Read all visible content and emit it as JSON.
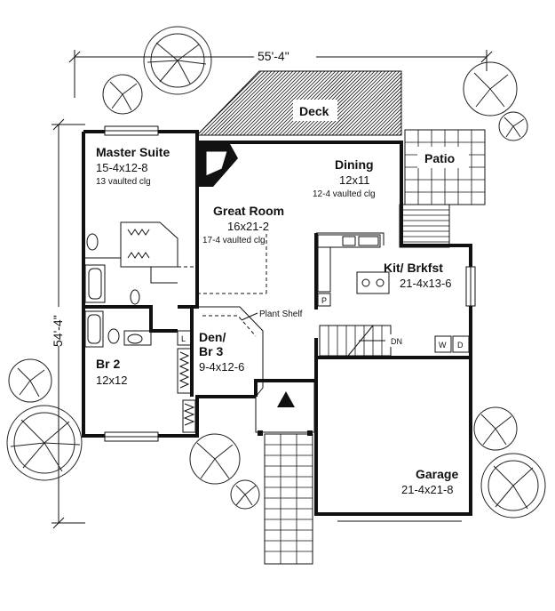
{
  "overall": {
    "width_label": "55'-4\"",
    "depth_label": "54'-4\""
  },
  "rooms": {
    "deck": {
      "name": "Deck"
    },
    "master_suite": {
      "name": "Master Suite",
      "size": "15-4x12-8",
      "note": "13 vaulted clg"
    },
    "dining": {
      "name": "Dining",
      "size": "12x11",
      "note": "12-4 vaulted clg"
    },
    "patio": {
      "name": "Patio"
    },
    "great_room": {
      "name": "Great Room",
      "size": "16x21-2",
      "note": "17-4 vaulted clg"
    },
    "kitchen": {
      "name": "Kit/ Brkfst",
      "size": "21-4x13-6"
    },
    "den": {
      "name_line1": "Den/",
      "name_line2": "Br 3",
      "size": "9-4x12-6"
    },
    "br2": {
      "name": "Br 2",
      "size": "12x12"
    },
    "garage": {
      "name": "Garage",
      "size": "21-4x21-8"
    }
  },
  "labels": {
    "plant_shelf": "Plant Shelf",
    "pantry": "P",
    "linen": "L",
    "stairs_down": "DN",
    "washer": "W",
    "dryer": "D"
  }
}
